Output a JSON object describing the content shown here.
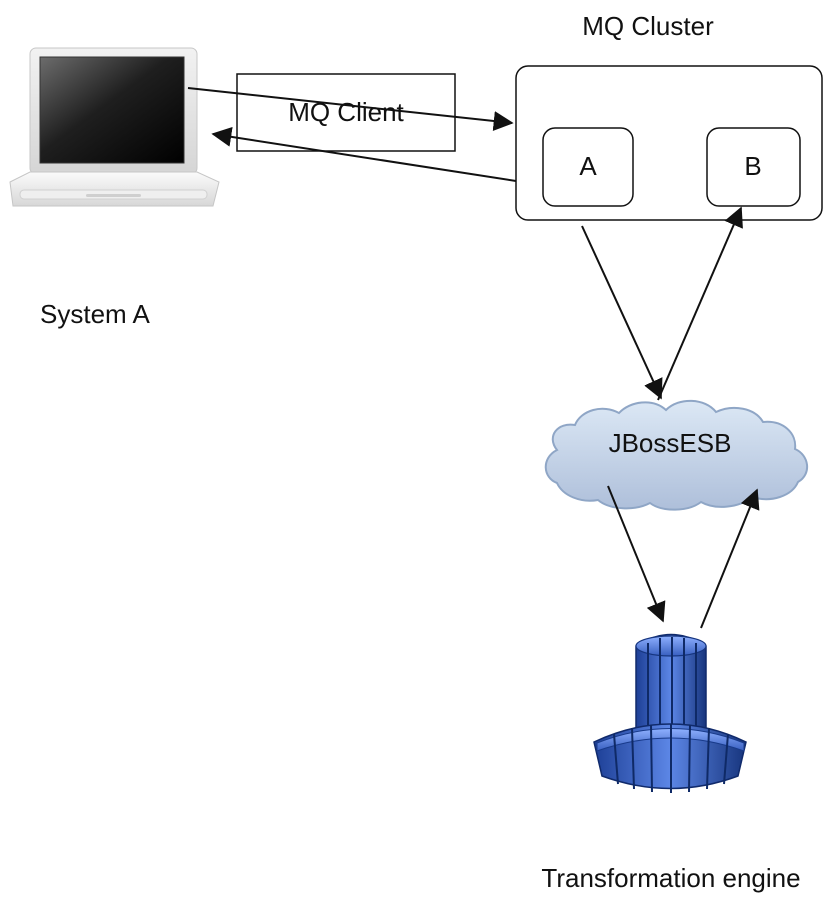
{
  "diagram": {
    "nodes": {
      "system_a": {
        "label": "System A",
        "icon": "laptop-icon"
      },
      "mq_client": {
        "label": "MQ Client"
      },
      "mq_cluster": {
        "label": "MQ Cluster",
        "members": [
          {
            "label": "A"
          },
          {
            "label": "B"
          }
        ]
      },
      "jboss_esb": {
        "label": "JBossESB",
        "shape": "cloud-icon"
      },
      "transformation_engine": {
        "label": "Transformation engine",
        "icon": "server-tower-icon"
      }
    },
    "edges": [
      {
        "from": "System A",
        "to": "MQ Cluster"
      },
      {
        "from": "MQ Cluster",
        "to": "System A"
      },
      {
        "from": "A",
        "to": "JBossESB"
      },
      {
        "from": "JBossESB",
        "to": "B"
      },
      {
        "from": "JBossESB",
        "to": "Transformation engine"
      },
      {
        "from": "Transformation engine",
        "to": "JBossESB"
      }
    ],
    "colors": {
      "stroke": "#111111",
      "cloud_fill": "#c8d7ea",
      "cloud_stroke": "#93a9c8",
      "server_blue": "#2d56b8"
    }
  }
}
